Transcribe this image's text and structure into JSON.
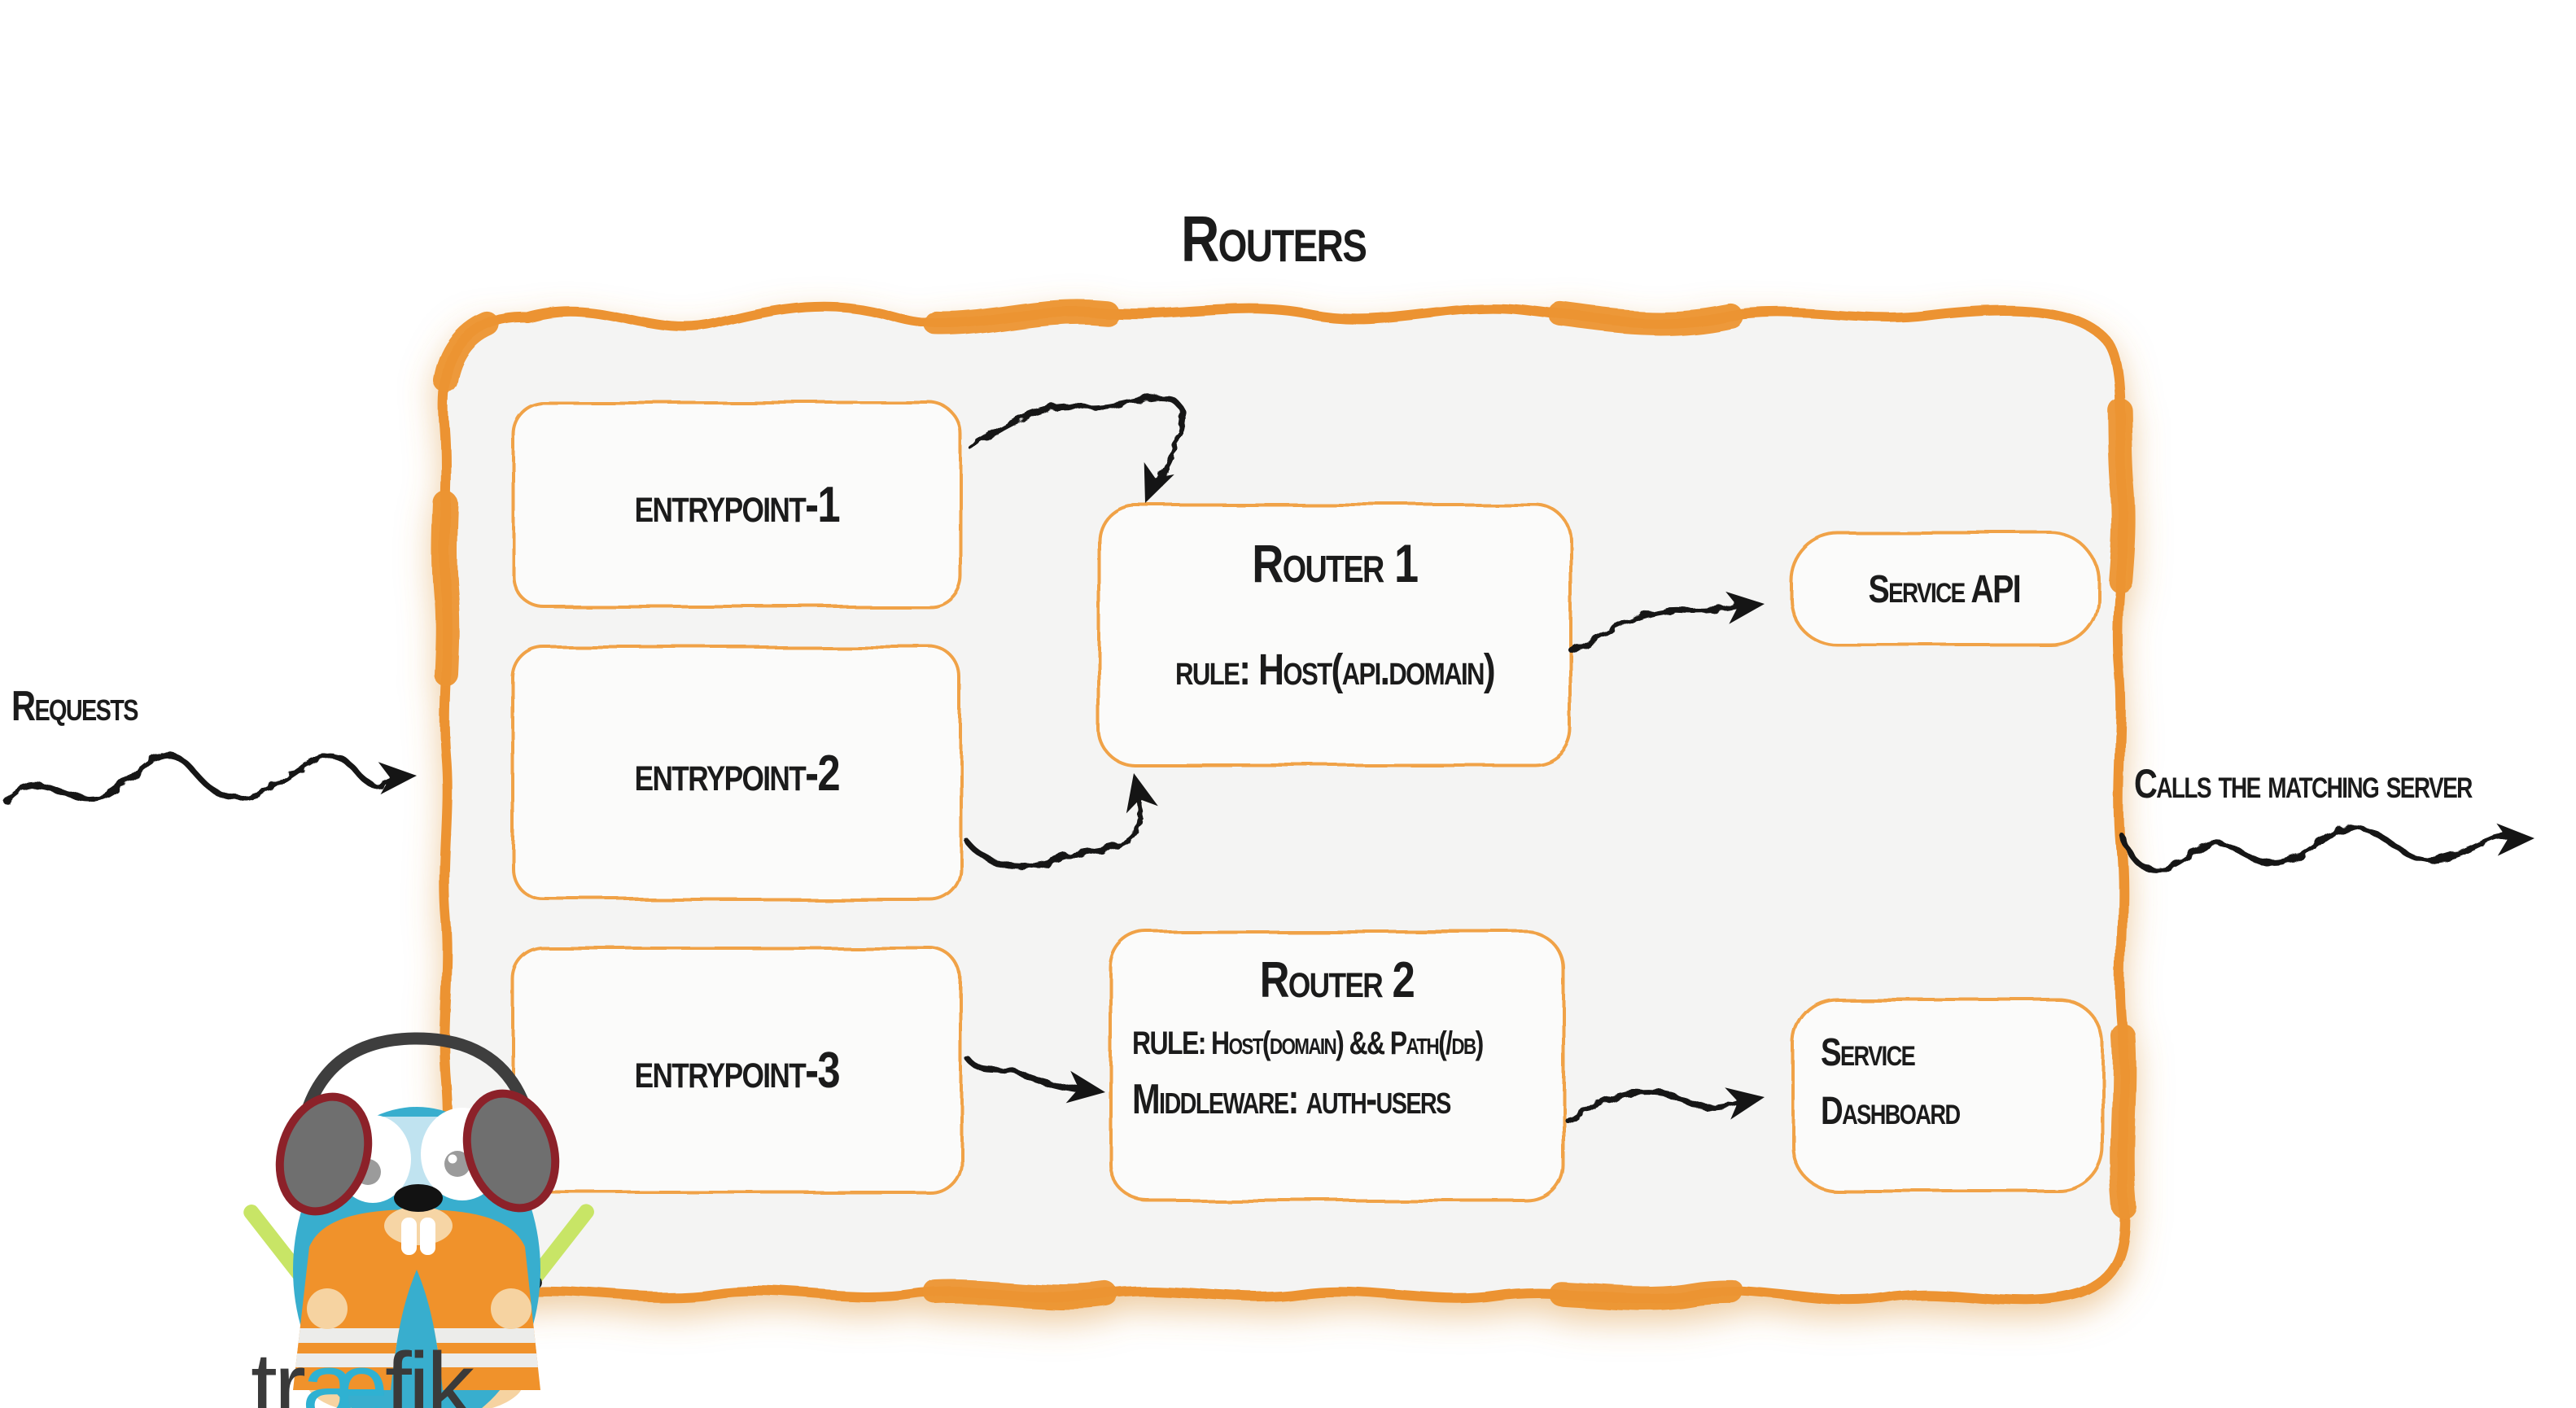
{
  "title": "Routers",
  "labels": {
    "requests": "Requests",
    "calls_matching_server": "Calls the matching server"
  },
  "entrypoints": [
    {
      "label": "entrypoint-1"
    },
    {
      "label": "entrypoint-2"
    },
    {
      "label": "entrypoint-3"
    }
  ],
  "routers": [
    {
      "title": "Router 1",
      "rule": "rule: Host(api.domain)"
    },
    {
      "title": "Router 2",
      "rule": "RULE: Host(domain) && Path(/db)",
      "middleware": "Middleware: auth-users"
    }
  ],
  "services": [
    {
      "label": "Service API"
    },
    {
      "label": "Service Dashboard"
    }
  ],
  "logo": {
    "tr": "tr",
    "ae": "æ",
    "fik": "fik"
  },
  "colors": {
    "frame_orange": "#EC9330",
    "box_border_orange": "#F0A246",
    "frame_fill": "#F4F4F3",
    "box_fill": "#FBFBFA",
    "arrow_black": "#151515",
    "text_black": "#1B1B1B",
    "traefik_teal": "#38AECE",
    "wordmark_blue": "#2FB1D2",
    "vest_orange": "#F0922B",
    "glowstick_green": "#C8E566",
    "headphone_gray": "#6F6F6F",
    "headphone_red": "#8C2129"
  }
}
